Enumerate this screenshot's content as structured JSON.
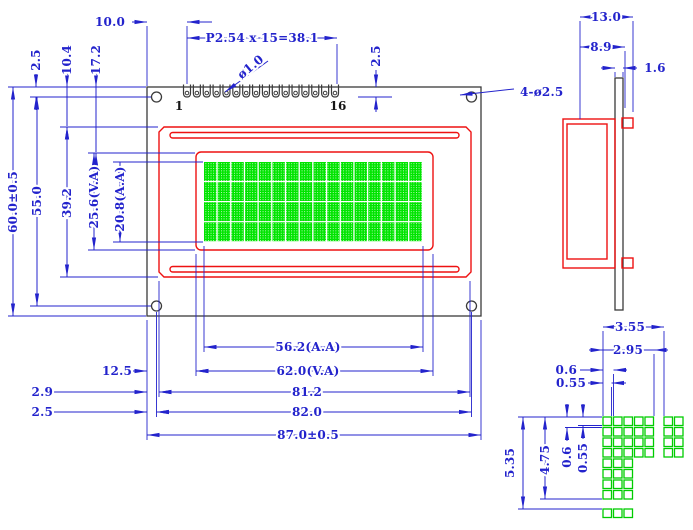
{
  "colors": {
    "annotation": "#2323cc",
    "outline": "#3a3a3a",
    "bezel": "#ee1111",
    "pixel_fill": "#00e400",
    "pixel_detail_stroke": "#00cc00"
  },
  "front_view": {
    "pins": {
      "count": 16,
      "first_label": "1",
      "last_label": "16"
    },
    "display": {
      "columns": 16,
      "rows": 4
    },
    "dims": {
      "pin_offset": "10.0",
      "pin_pitch": "P2.54 x 15=38.1",
      "pin_hole": "ø1.0",
      "hole_top_left": "2.5",
      "bezel_top": "10.4",
      "window_top": "17.2",
      "hole_top_right": "2.5",
      "mount_holes": "4-ø2.5",
      "height": "60.0±0.5",
      "hole_span_v": "55.0",
      "bezel_h": "39.2",
      "va_h": "25.6(V.A)",
      "aa_h": "20.8(A.A)",
      "window_left": "12.5",
      "bezel_left": "2.9",
      "hole_left": "2.5",
      "aa_w": "56.2(A.A)",
      "va_w": "62.0(V.A)",
      "bezel_w": "81.2",
      "hole_span_h": "82.0",
      "width": "87.0±0.5"
    }
  },
  "side_view": {
    "dims": {
      "depth": "13.0",
      "frame_depth": "8.9",
      "pcb_thickness": "1.6"
    }
  },
  "char_detail": {
    "grid": {
      "full_rows": 4,
      "full_cols": 5,
      "partial_rows": 4,
      "partial_cols": 3,
      "right_neighbor_cols": 2,
      "right_neighbor_rows": 4,
      "bottom_neighbor_dots": 3
    },
    "dims": {
      "char_pitch_h": "3.55",
      "char_w": "2.95",
      "dot_pitch_h": "0.6",
      "dot_w": "0.55",
      "char_pitch_v": "5.35",
      "char_h": "4.75",
      "dot_pitch_v": "0.6",
      "dot_h": "0.55"
    }
  }
}
